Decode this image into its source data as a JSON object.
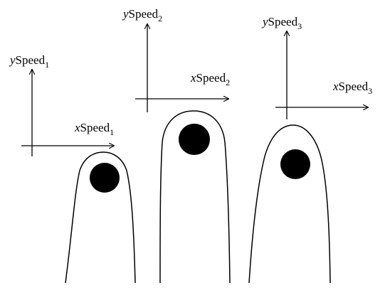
{
  "colors": {
    "stroke": "#000000",
    "dot": "#000000",
    "background": "#ffffff"
  },
  "fingers": [
    {
      "x_label": {
        "prefix": "x",
        "word": "Speed",
        "sub": "1"
      },
      "y_label": {
        "prefix": "y",
        "word": "Speed",
        "sub": "1"
      }
    },
    {
      "x_label": {
        "prefix": "x",
        "word": "Speed",
        "sub": "2"
      },
      "y_label": {
        "prefix": "y",
        "word": "Speed",
        "sub": "2"
      }
    },
    {
      "x_label": {
        "prefix": "x",
        "word": "Speed",
        "sub": "3"
      },
      "y_label": {
        "prefix": "y",
        "word": "Speed",
        "sub": "3"
      }
    }
  ]
}
